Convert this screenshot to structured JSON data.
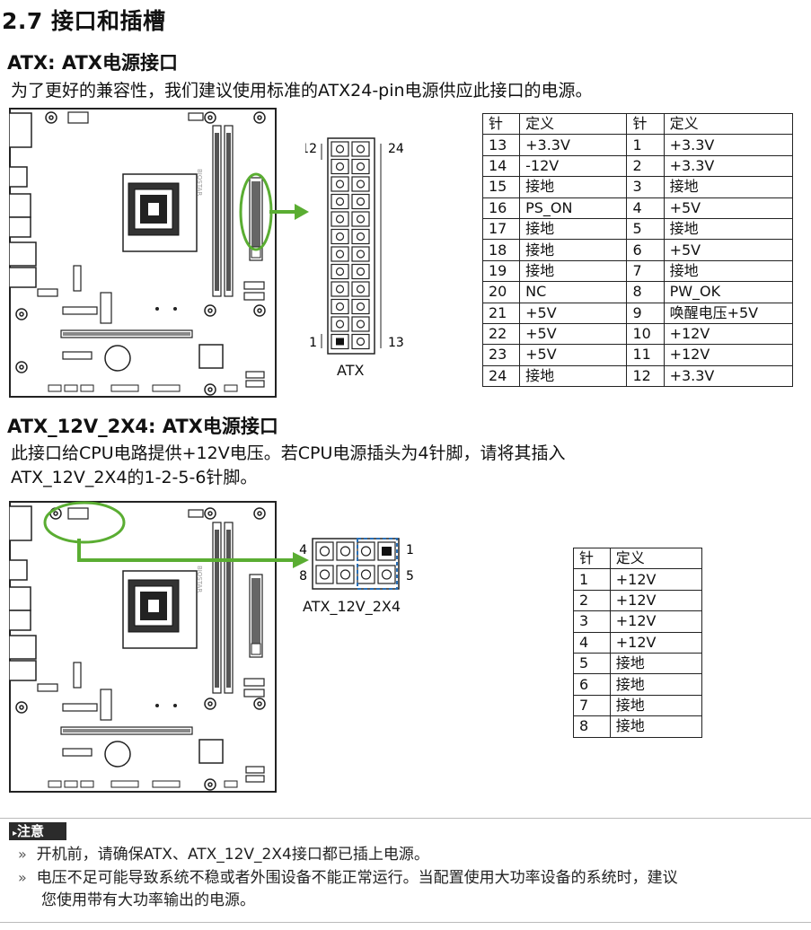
{
  "section_title": "2.7 接口和插槽",
  "atx": {
    "heading": "ATX: ATX电源接口",
    "description": "为了更好的兼容性，我们建议使用标准的ATX24-pin电源供应此接口的电源。",
    "connector_label": "ATX",
    "pin_numbers": {
      "top_left": "12",
      "top_right": "24",
      "bottom_left": "1",
      "bottom_right": "13"
    },
    "table_header": [
      "针",
      "定义",
      "针",
      "定义"
    ],
    "table_rows": [
      [
        "13",
        "+3.3V",
        "1",
        "+3.3V"
      ],
      [
        "14",
        "-12V",
        "2",
        "+3.3V"
      ],
      [
        "15",
        "接地",
        "3",
        "接地"
      ],
      [
        "16",
        "PS_ON",
        "4",
        "+5V"
      ],
      [
        "17",
        "接地",
        "5",
        "接地"
      ],
      [
        "18",
        "接地",
        "6",
        "+5V"
      ],
      [
        "19",
        "接地",
        "7",
        "接地"
      ],
      [
        "20",
        "NC",
        "8",
        "PW_OK"
      ],
      [
        "21",
        "+5V",
        "9",
        "唤醒电压+5V"
      ],
      [
        "22",
        "+5V",
        "10",
        "+12V"
      ],
      [
        "23",
        "+5V",
        "11",
        "+12V"
      ],
      [
        "24",
        "接地",
        "12",
        "+3.3V"
      ]
    ]
  },
  "atx12v": {
    "heading": "ATX_12V_2X4: ATX电源接口",
    "description_line1": "此接口给CPU电路提供+12V电压。若CPU电源插头为4针脚，请将其插入",
    "description_line2": "ATX_12V_2X4的1-2-5-6针脚。",
    "connector_label": "ATX_12V_2X4",
    "pin_numbers": {
      "top_left": "4",
      "top_right": "1",
      "bottom_left": "8",
      "bottom_right": "5"
    },
    "table_header": [
      "针",
      "定义"
    ],
    "table_rows": [
      [
        "1",
        "+12V"
      ],
      [
        "2",
        "+12V"
      ],
      [
        "3",
        "+12V"
      ],
      [
        "4",
        "+12V"
      ],
      [
        "5",
        "接地"
      ],
      [
        "6",
        "接地"
      ],
      [
        "7",
        "接地"
      ],
      [
        "8",
        "接地"
      ]
    ]
  },
  "note": {
    "label": "注意",
    "bullet": "»",
    "item1": "开机前，请确保ATX、ATX_12V_2X4接口都已插上电源。",
    "item2_line1": "电压不足可能导致系统不稳或者外围设备不能正常运行。当配置使用大功率设备的系统时，建议",
    "item2_line2": "您使用带有大功率输出的电源。"
  },
  "colors": {
    "highlight": "#5aad32",
    "pin_highlight": "#2a6fb5"
  }
}
